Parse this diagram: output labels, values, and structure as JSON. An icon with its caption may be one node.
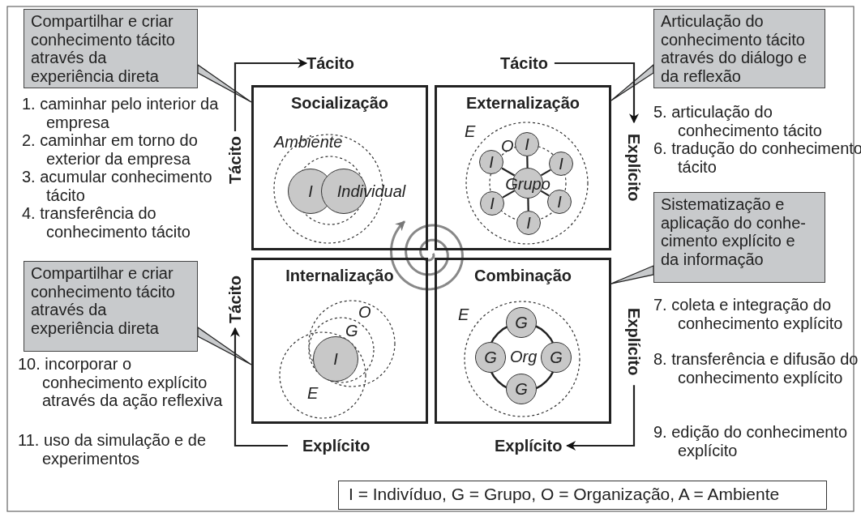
{
  "diagram": {
    "nodes": [
      {
        "text": [
          "Compartilhar e criar conhecimento tácito através da experiência direta"
        ]
      },
      {
        "text": [
          "Tácito"
        ]
      },
      {
        "text": [
          "Tácito"
        ]
      },
      {
        "text": [
          "Articulação do conhecimento tácito através do diálogo e da reflexão"
        ]
      },
      {
        "text": [
          "Socialização"
        ]
      },
      {
        "text": [
          "I"
        ],
        "in": 4
      },
      {
        "text": [
          "Individual"
        ],
        "in": 4
      },
      {
        "text": [
          "Tácito"
        ]
      },
      {
        "text": [
          "Externalização"
        ]
      },
      {
        "text": [
          "Grupo"
        ],
        "in": 8
      },
      {
        "text": [
          "I"
        ],
        "in": 8
      },
      {
        "text": [
          "I"
        ],
        "in": 8
      },
      {
        "text": [
          "I"
        ],
        "in": 8
      },
      {
        "text": [
          "I"
        ],
        "in": 8
      },
      {
        "text": [
          "I"
        ],
        "in": 8
      },
      {
        "text": [
          "I"
        ],
        "in": 8
      },
      {
        "text": [
          "Explícito"
        ]
      },
      {
        "text": [
          "Sistematização e aplicação do conhe- cimento explícito e da informação"
        ]
      },
      {
        "text": [
          "Compartilhar e criar conhecimento tácito através da experiência direta"
        ]
      },
      {
        "text": [
          "Tácito"
        ]
      },
      {
        "text": [
          "Internalização"
        ]
      },
      {
        "text": [
          "I"
        ],
        "in": 20
      },
      {
        "text": [
          "Combinação"
        ]
      },
      {
        "text": [
          "G"
        ],
        "in": 22
      },
      {
        "text": [
          "G"
        ],
        "in": 22
      },
      {
        "text": [
          "G"
        ],
        "in": 22
      },
      {
        "text": [
          "G"
        ],
        "in": 22
      },
      {
        "text": [
          "Explícito"
        ]
      },
      {
        "text": [
          "Explícito"
        ]
      },
      {
        "text": [
          "Explícito"
        ]
      },
      {
        "text": [
          "I = Indivíduo, G = Grupo, O = Organização, A = Ambiente"
        ]
      }
    ],
    "edges": [
      {
        "from": 0,
        "to": 4,
        "arrow": "none"
      },
      {
        "from": 3,
        "to": 8,
        "arrow": "none"
      },
      {
        "from": 17,
        "to": 22,
        "arrow": "none"
      },
      {
        "from": 18,
        "to": 20,
        "arrow": "none"
      },
      {
        "from": 7,
        "to": 1,
        "arrow": "to"
      },
      {
        "from": 2,
        "to": 16,
        "arrow": "to"
      },
      {
        "from": 27,
        "to": 29,
        "arrow": "to"
      },
      {
        "from": 28,
        "to": 19,
        "arrow": "to"
      },
      {
        "from": 9,
        "to": 10,
        "arrow": "none"
      },
      {
        "from": 9,
        "to": 11,
        "arrow": "none"
      },
      {
        "from": 9,
        "to": 12,
        "arrow": "none"
      },
      {
        "from": 9,
        "to": 13,
        "arrow": "none"
      },
      {
        "from": 9,
        "to": 14,
        "arrow": "none"
      },
      {
        "from": 9,
        "to": 15,
        "arrow": "none"
      }
    ],
    "labels": [
      "1. caminhar pelo interior da empresa",
      "2. caminhar em torno do exterior da empresa",
      "3. acumular conhecimento tácito",
      "4. transferência do conhecimento tácito",
      "Ambiente",
      "E",
      "O",
      "5. articulação do conhecimento tácito",
      "6. tradução do conhecimento tácito",
      "O",
      "G",
      "E",
      "E",
      "Org",
      "7. coleta e integração do conhecimento explícito",
      "8. transferência e difusão do conhecimento explícito",
      "9. edição do conhecimento explícito",
      "10. incorporar o conhecimento explícito através da ação reflexiva",
      "11. uso da simulação e de experimentos"
    ]
  }
}
